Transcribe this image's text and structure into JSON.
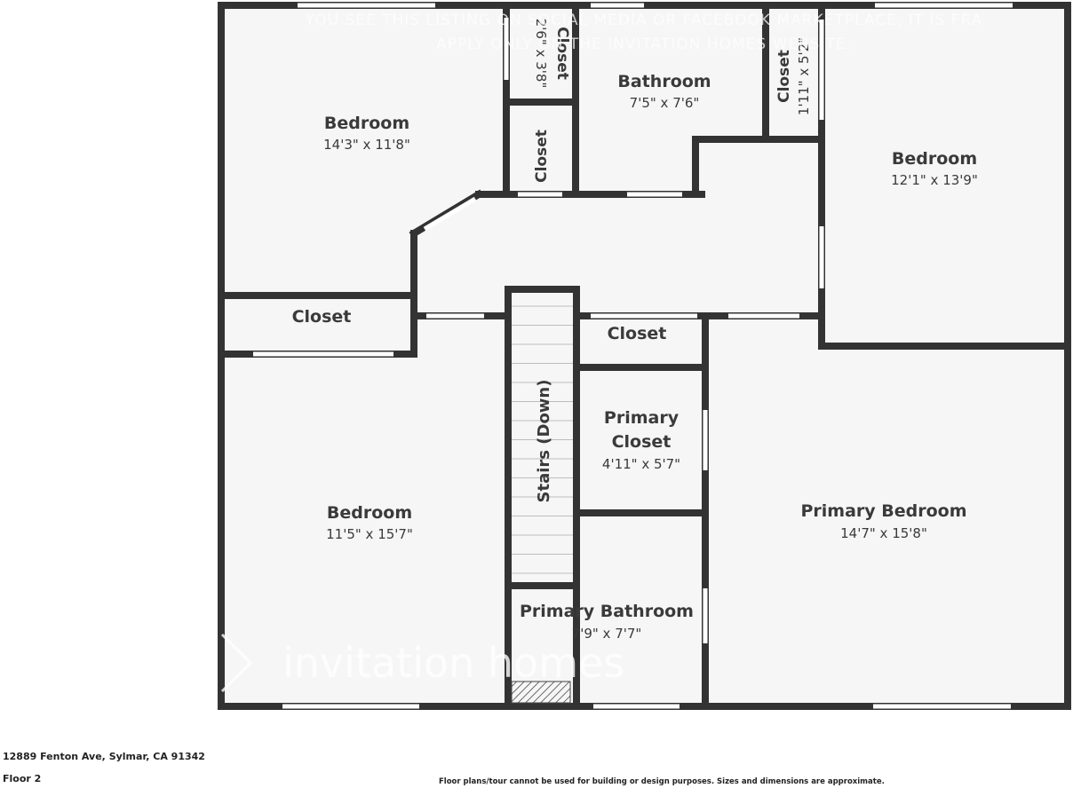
{
  "watermark": {
    "line1": "YOU SEE THIS LISTING ON SOCIAL MEDIA OR FACEBOOK MARKETPLACE, IT IS FRA",
    "line2": "APPLY ONLY ON THE INVITATION HOMES WEBSITE.",
    "brand": "invitation homes"
  },
  "rooms": {
    "bedroom_top_left": {
      "name": "Bedroom",
      "dim": "14'3\" x 11'8\""
    },
    "closet_small_top": {
      "name": "Closet",
      "dim": "2'6\" x 3'8\""
    },
    "bathroom": {
      "name": "Bathroom",
      "dim": "7'5\" x 7'6\""
    },
    "closet_narrow_top_right": {
      "name": "Closet",
      "dim": "1'11\" x 5'2\""
    },
    "closet_hall_vertical": {
      "name": "Closet"
    },
    "bedroom_right": {
      "name": "Bedroom",
      "dim": "12'1\" x 13'9\""
    },
    "closet_left": {
      "name": "Closet"
    },
    "closet_center": {
      "name": "Closet"
    },
    "stairs": {
      "name": "Stairs (Down)"
    },
    "primary_closet": {
      "name_line1": "Primary",
      "name_line2": "Closet",
      "dim": "4'11\" x 5'7\""
    },
    "bedroom_bottom_left": {
      "name": "Bedroom",
      "dim": "11'5\" x 15'7\""
    },
    "primary_bedroom": {
      "name": "Primary Bedroom",
      "dim": "14'7\" x 15'8\""
    },
    "primary_bathroom": {
      "name": "Primary Bathroom",
      "dim": "7'9\" x 7'7\""
    }
  },
  "footer": {
    "address": "12889 Fenton Ave, Sylmar, CA 91342",
    "floor": "Floor 2",
    "disclaimer": "Floor plans/tour cannot be used for building or design purposes. Sizes and dimensions are approximate."
  },
  "colors": {
    "wall": "#333333",
    "floor": "#f6f6f6",
    "window": "#ffffff"
  }
}
